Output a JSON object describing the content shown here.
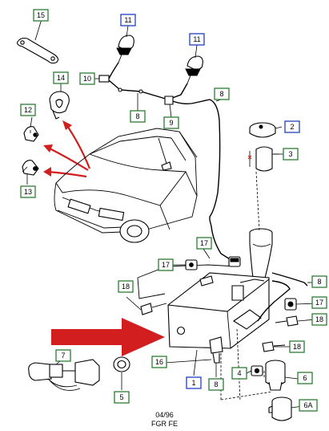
{
  "callouts": [
    {
      "id": "15",
      "color": "green"
    },
    {
      "id": "11",
      "color": "blue"
    },
    {
      "id": "11",
      "color": "blue"
    },
    {
      "id": "10",
      "color": "green"
    },
    {
      "id": "14",
      "color": "green"
    },
    {
      "id": "8",
      "color": "green"
    },
    {
      "id": "9",
      "color": "green"
    },
    {
      "id": "8",
      "color": "green"
    },
    {
      "id": "12",
      "color": "green"
    },
    {
      "id": "2",
      "color": "blue"
    },
    {
      "id": "3",
      "color": "green"
    },
    {
      "id": "13",
      "color": "green"
    },
    {
      "id": "17",
      "color": "green"
    },
    {
      "id": "17",
      "color": "green"
    },
    {
      "id": "8",
      "color": "green"
    },
    {
      "id": "18",
      "color": "green"
    },
    {
      "id": "17",
      "color": "green"
    },
    {
      "id": "18",
      "color": "green"
    },
    {
      "id": "18",
      "color": "green"
    },
    {
      "id": "7",
      "color": "green"
    },
    {
      "id": "16",
      "color": "green"
    },
    {
      "id": "1",
      "color": "blue"
    },
    {
      "id": "8",
      "color": "green"
    },
    {
      "id": "4",
      "color": "green"
    },
    {
      "id": "6",
      "color": "green"
    },
    {
      "id": "5",
      "color": "green"
    },
    {
      "id": "6A",
      "color": "green"
    }
  ],
  "colors": {
    "callout_green": "#2e7d32",
    "callout_blue": "#1f3fbf",
    "arrow_red": "#d21e1e"
  },
  "footer": {
    "date_code": "04/96",
    "market_code": "FGR  FE"
  }
}
